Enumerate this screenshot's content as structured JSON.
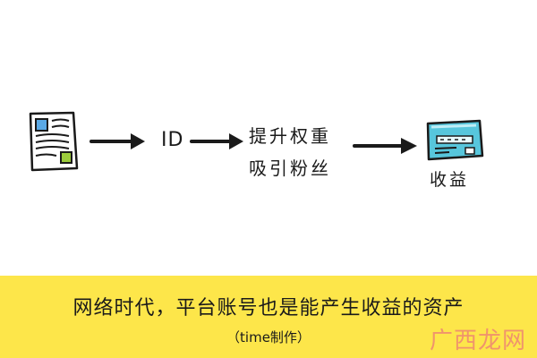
{
  "flow": {
    "step_id": "ID",
    "step_grow_line1": "提升权重",
    "step_grow_line2": "吸引粉丝",
    "step_income": "收益"
  },
  "banner": {
    "title": "网络时代，平台账号也是能产生收益的资产",
    "credit": "（time制作）"
  },
  "watermark": {
    "text": "广西龙网"
  },
  "colors": {
    "banner": "#fde64a",
    "doc_blue": "#5aa9e6",
    "doc_green": "#9ccc3c",
    "card": "#57c6dc",
    "ink": "#1a1a1a",
    "watermark": "#eb7878"
  },
  "icons": {
    "document": "document-icon",
    "card": "bank-card-icon",
    "arrow": "right-arrow-icon"
  }
}
